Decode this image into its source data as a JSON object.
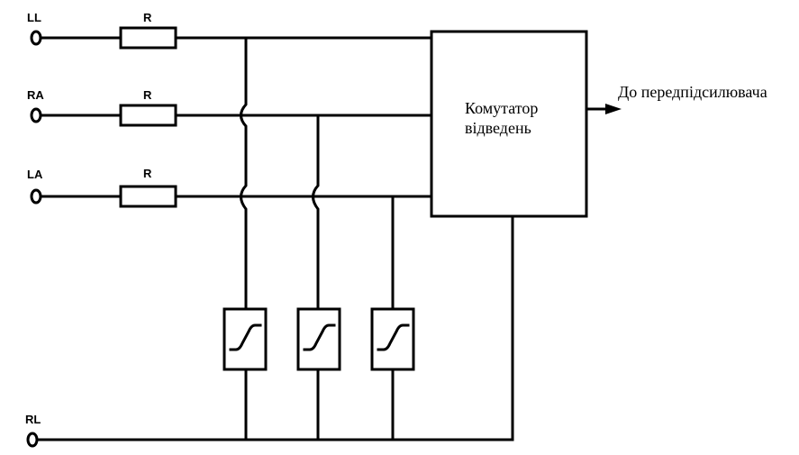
{
  "terminals": {
    "ll": "LL",
    "ra": "RA",
    "la": "LA",
    "rl": "RL"
  },
  "resistors": [
    "R",
    "R",
    "R"
  ],
  "switch_block": {
    "line1": "Комутатор",
    "line2": "відведень"
  },
  "output_label": "До передпідсилювача"
}
